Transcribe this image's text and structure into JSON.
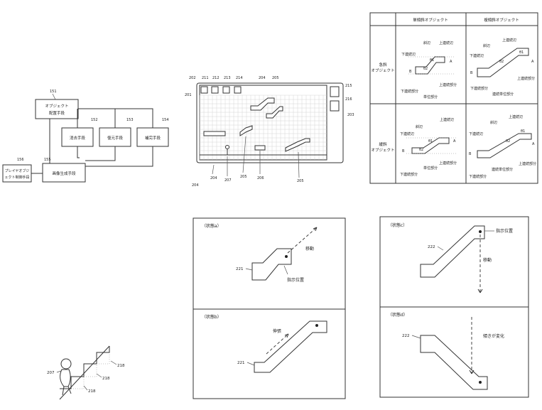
{
  "fig_blocks": {
    "obj_placement": "オブジェクト配置手段",
    "obj_placement_line1": "オブジェクト",
    "obj_placement_line2": "配置手段",
    "erase": "消去手段",
    "restore": "復元手段",
    "complement": "補完手段",
    "image_gen": "画像生成手段",
    "player_ctrl_line1": "プレイヤオブジ",
    "player_ctrl_line2": "ェクト制御手段",
    "n151": "151",
    "n152": "152",
    "n153": "153",
    "n154": "154",
    "n155": "155",
    "n156": "156"
  },
  "fig_screen": {
    "n202": "202",
    "n211": "211",
    "n212": "212",
    "n213": "213",
    "n214": "214",
    "n204a": "204",
    "n205a": "205",
    "n201": "201",
    "n215": "215",
    "n216": "216",
    "n203": "203",
    "n204b": "204",
    "n204c": "204",
    "n207": "207",
    "n205b": "205",
    "n206": "206",
    "n205c": "205"
  },
  "fig_table": {
    "col1": "単傾斜オブジェクト",
    "col2": "複傾斜オブジェクト",
    "row1_line1": "急斜",
    "row1_line2": "オブジェクト",
    "row2_line1": "緩斜",
    "row2_line2": "オブジェクト",
    "lower_edge": "下連続辺",
    "upper_edge": "上連続辺",
    "slope": "斜辺",
    "upper_part": "上連続部分",
    "lower_part": "下連続部分",
    "unit_part": "単位部分",
    "cont_unit_part": "連続単位部分",
    "theta1": "θ1",
    "theta2": "θ2",
    "pA": "A",
    "pB": "B"
  },
  "fig_states": {
    "state_a": "（状態a）",
    "state_b": "（状態b）",
    "state_c": "（状態c）",
    "state_d": "（状態d）",
    "move": "移動",
    "pointed_pos": "指示位置",
    "extend": "伸張",
    "tilt_change": "傾きが変化",
    "n221a": "221",
    "n221b": "221",
    "n222a": "222",
    "n222b": "222"
  },
  "fig_player": {
    "n207": "207",
    "n218a": "218",
    "n218b": "218",
    "n218c": "218"
  }
}
